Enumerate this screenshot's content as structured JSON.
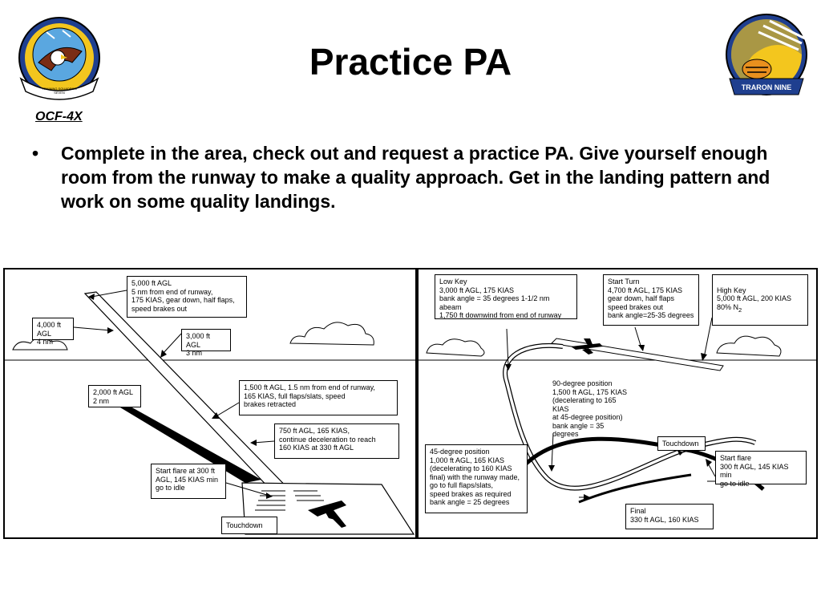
{
  "title": "Practice PA",
  "squadron_tag": "OCF-4X",
  "bullet": {
    "marker": "•",
    "text": "Complete in the area, check out and request a practice PA.  Give yourself enough room from the runway to make a quality approach.  Get in the landing pattern and work on some quality landings."
  },
  "logos": {
    "left": {
      "ring_text": "TRAINING SQUADRON SEVEN",
      "colors": [
        "#1f3f8f",
        "#f3c61e",
        "#5aa7e0",
        "#7a2d14"
      ]
    },
    "right": {
      "banner_text": "TRARON NINE",
      "colors": [
        "#1f3f8f",
        "#f3c61e",
        "#e8901e"
      ]
    }
  },
  "left_diagram": {
    "labels": {
      "a": "5,000 ft AGL\n5 nm from end of runway,\n175 KIAS, gear down, half flaps,\nspeed brakes out",
      "b": "4,000 ft AGL\n4 nm",
      "c": "3,000 ft AGL\n3 nm",
      "d": "2,000 ft AGL\n2 nm",
      "e": "1,500 ft AGL, 1.5 nm from end of runway,\n165 KIAS, full flaps/slats, speed\nbrakes retracted",
      "f": "750 ft AGL, 165 KIAS,\ncontinue deceleration to reach\n160 KIAS at 330 ft AGL",
      "g": "Start flare at 300 ft\nAGL, 145 KIAS min\ngo to idle",
      "h": "Touchdown"
    }
  },
  "right_diagram": {
    "labels": {
      "low_key": "Low Key\n3,000 ft AGL, 175 KIAS\nbank angle = 35 degrees 1-1/2 nm abeam\n1,750 ft downwind from end of runway",
      "start_turn": "Start Turn\n4,700 ft AGL, 175 KIAS\ngear down, half flaps\nspeed brakes out\nbank angle=25-35 degrees",
      "high_key": "High Key\n5,000 ft AGL, 200 KIAS\n80% N",
      "high_key_sub": "2",
      "ninety": "90-degree position\n1,500 ft AGL, 175 KIAS\n(decelerating to 165 KIAS\nat 45-degree position)\nbank angle = 35 degrees",
      "touchdown": "Touchdown",
      "forty_five": "45-degree position\n1,000 ft AGL, 165 KIAS\n(decelerating to 160 KIAS\nfinal) with the runway made,\ngo to full flaps/slats,\nspeed brakes as required\nbank angle = 25 degrees",
      "start_flare": "Start flare\n300 ft AGL, 145 KIAS min\ngo to idle",
      "final": "Final\n330 ft AGL, 160 KIAS"
    }
  }
}
